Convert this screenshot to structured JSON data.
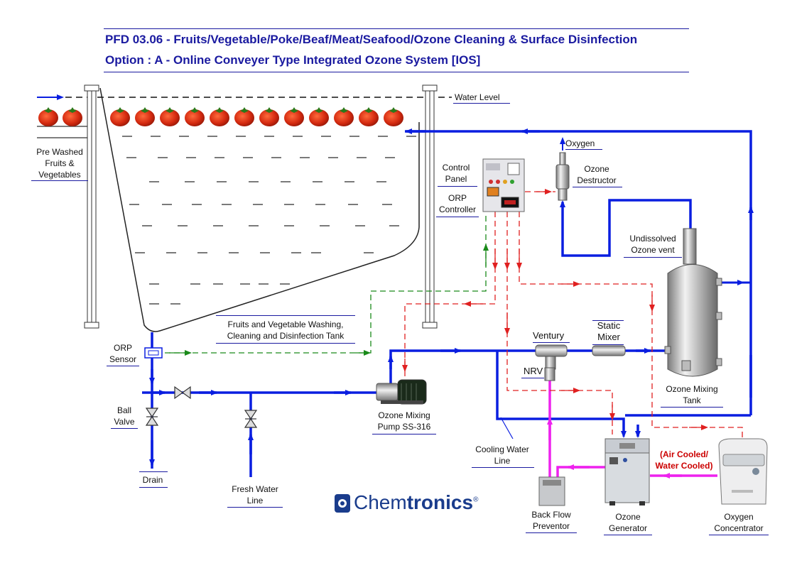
{
  "title": {
    "line1": "PFD 03.06 - Fruits/Vegetable/Poke/Beaf/Meat/Seafood/Ozone Cleaning & Surface Disinfection",
    "line2": "Option : A - Online Conveyer Type Integrated Ozone System [IOS]"
  },
  "labels": {
    "water_level": "Water Level",
    "pre_washed_1": "Pre Washed",
    "pre_washed_2": "Fruits &",
    "pre_washed_3": "Vegetables",
    "oxygen": "Oxygen",
    "ozone_destructor_1": "Ozone",
    "ozone_destructor_2": "Destructor",
    "control_panel_1": "Control",
    "control_panel_2": "Panel",
    "orp_controller_1": "ORP",
    "orp_controller_2": "Controller",
    "undissolved_1": "Undissolved",
    "undissolved_2": "Ozone vent",
    "tank_1": "Fruits and Vegetable Washing,",
    "tank_2": "Cleaning and Disinfection Tank",
    "orp_sensor_1": "ORP",
    "orp_sensor_2": "Sensor",
    "ventury": "Ventury",
    "static_mixer_1": "Static",
    "static_mixer_2": "Mixer",
    "nrv": "NRV",
    "mixing_tank_1": "Ozone Mixing",
    "mixing_tank_2": "Tank",
    "ball_valve_1": "Ball",
    "ball_valve_2": "Valve",
    "pump_1": "Ozone Mixing",
    "pump_2": "Pump SS-316",
    "cooling_1": "Cooling Water",
    "cooling_2": "Line",
    "air_cooled_1": "(Air Cooled/",
    "air_cooled_2": "Water Cooled)",
    "drain": "Drain",
    "fresh_water_1": "Fresh Water",
    "fresh_water_2": "Line",
    "back_flow_1": "Back Flow",
    "back_flow_2": "Preventor",
    "ozone_gen_1": "Ozone",
    "ozone_gen_2": "Generator",
    "oxygen_conc_1": "Oxygen",
    "oxygen_conc_2": "Concentrator"
  },
  "logo": {
    "text_a": "Chem",
    "text_b": "tronics",
    "mark": "®"
  },
  "colors": {
    "water_line": "#0a1ee0",
    "ozone_line": "#ee22ee",
    "signal_line": "#e02020",
    "orp_signal": "#1a8a1a",
    "title": "#1a1aa0",
    "tomato": "#d42a10"
  },
  "tomato_count_left": 2,
  "tomato_count_tank": 12
}
